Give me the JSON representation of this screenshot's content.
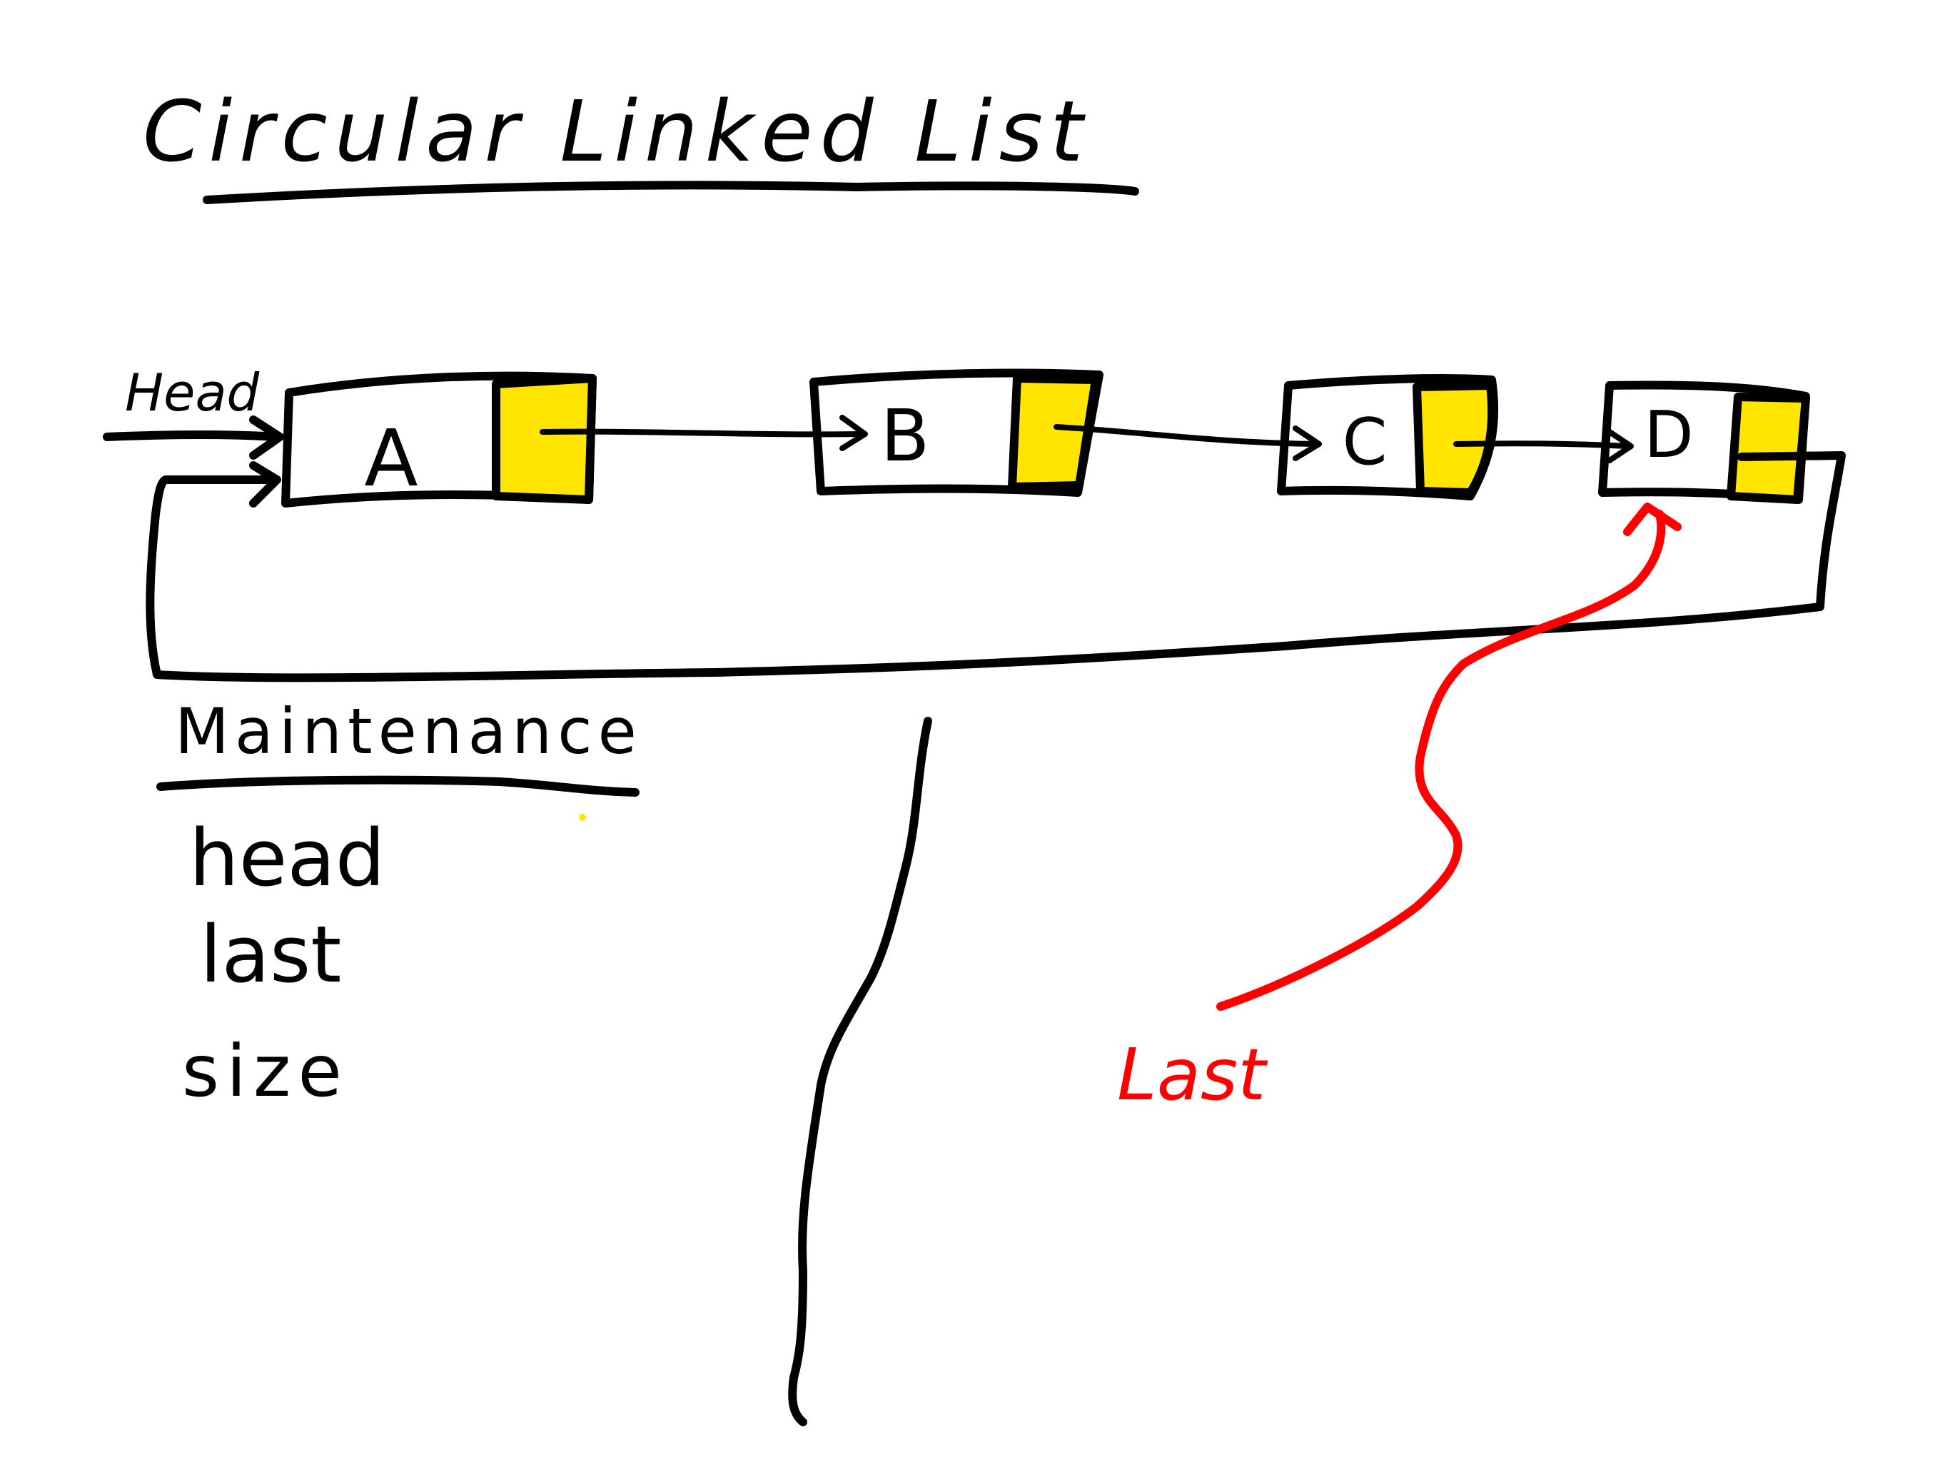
{
  "title": "Circular Linked List",
  "head_label": "Head",
  "last_label": "Last",
  "nodes": [
    {
      "value": "A"
    },
    {
      "value": "B"
    },
    {
      "value": "C"
    },
    {
      "value": "D"
    }
  ],
  "maintenance": {
    "heading": "Maintenance",
    "items": [
      "head",
      "last",
      "size"
    ]
  },
  "colors": {
    "ink": "#000000",
    "pointer_fill": "#FFE500",
    "last_pointer": "#FF0000",
    "background": "#FFFFFF"
  }
}
